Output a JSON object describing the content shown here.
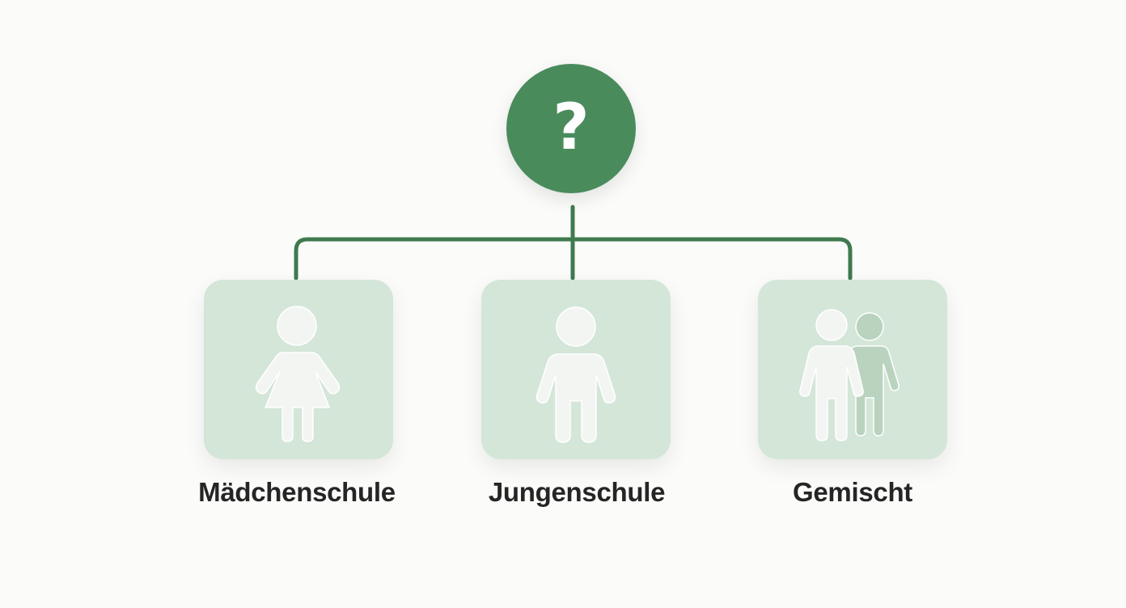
{
  "colors": {
    "background": "#fbfbfa",
    "primary_green": "#4a8b5c",
    "line_green": "#3f7a4e",
    "card_fill": "#d3e6d8",
    "figure_fill": "#f3f5f3",
    "figure_secondary": "#b9d3bf",
    "label_text": "#252525"
  },
  "root": {
    "icon": "question-mark-icon",
    "glyph": "?"
  },
  "options": [
    {
      "id": "girls",
      "label": "Mädchenschule",
      "icon": "girl-figure-icon"
    },
    {
      "id": "boys",
      "label": "Jungenschule",
      "icon": "boy-figure-icon"
    },
    {
      "id": "mixed",
      "label": "Gemischt",
      "icon": "mixed-group-icon"
    }
  ]
}
